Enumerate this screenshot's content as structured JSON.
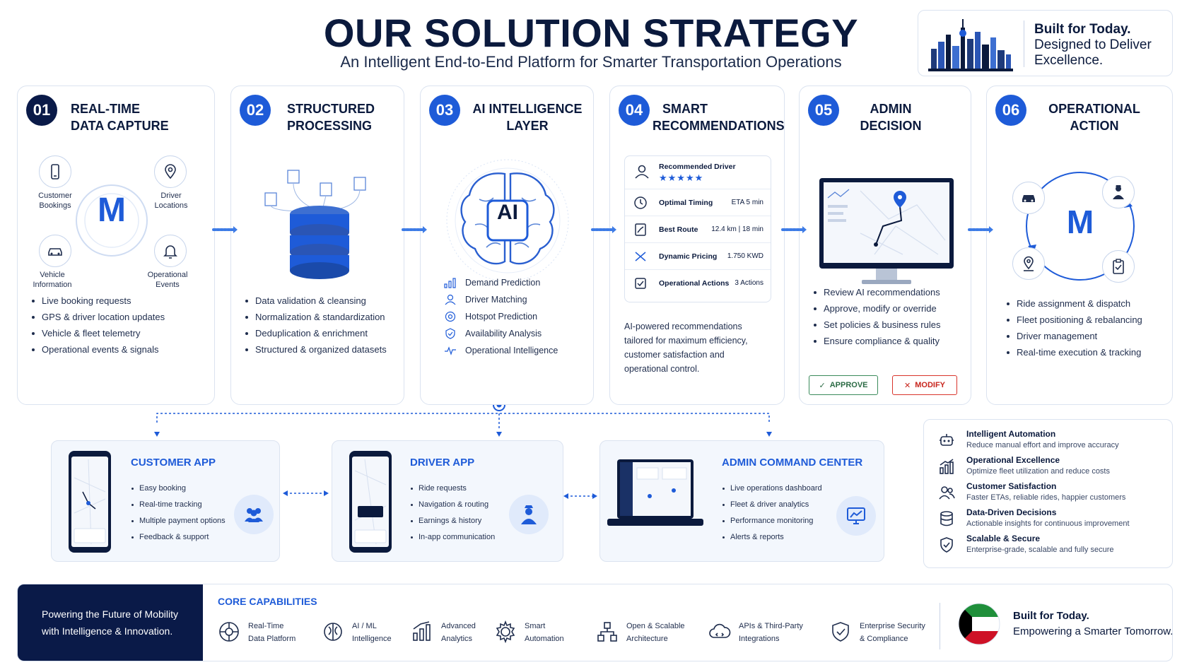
{
  "header": {
    "title": "OUR SOLUTION STRATEGY",
    "subtitle": "An Intelligent End-to-End Platform for Smarter Transportation Operations"
  },
  "promo": {
    "line1": "Built for Today.",
    "line2": "Designed to Deliver",
    "line3": "Excellence."
  },
  "steps": [
    {
      "number": "01",
      "title_line1": "REAL-TIME",
      "title_line2": "DATA CAPTURE",
      "sources": [
        {
          "label_line1": "Customer",
          "label_line2": "Bookings",
          "icon": "phone-icon"
        },
        {
          "label_line1": "Driver",
          "label_line2": "Locations",
          "icon": "location-pin-icon"
        },
        {
          "label_line1": "Vehicle",
          "label_line2": "Information",
          "icon": "car-icon"
        },
        {
          "label_line1": "Operational",
          "label_line2": "Events",
          "icon": "bell-icon"
        }
      ],
      "hub_letter": "M",
      "bullets": [
        "Live booking requests",
        "GPS & driver location updates",
        "Vehicle & fleet telemetry",
        "Operational events & signals"
      ]
    },
    {
      "number": "02",
      "title_line1": "STRUCTURED",
      "title_line2": "PROCESSING",
      "bullets": [
        "Data validation & cleansing",
        "Normalization & standardization",
        "Deduplication & enrichment",
        "Structured & organized datasets"
      ]
    },
    {
      "number": "03",
      "title_line1": "AI INTELLIGENCE",
      "title_line2": "LAYER",
      "brain_label": "AI",
      "features": [
        "Demand Prediction",
        "Driver Matching",
        "Hotspot Prediction",
        "Availability Analysis",
        "Operational Intelligence"
      ]
    },
    {
      "number": "04",
      "title_line1": "SMART",
      "title_line2": "RECOMMENDATIONS",
      "rec_header": "Recommended Driver",
      "rating": "★★★★★",
      "rec_rows": [
        {
          "label": "Optimal Timing",
          "value": "ETA 5 min"
        },
        {
          "label": "Best Route",
          "value": "12.4 km | 18 min"
        },
        {
          "label": "Dynamic Pricing",
          "value": "1.750 KWD"
        },
        {
          "label": "Operational Actions",
          "value": "3 Actions"
        }
      ],
      "description": [
        "AI-powered recommendations",
        "tailored for maximum efficiency,",
        "customer satisfaction and",
        "operational control."
      ]
    },
    {
      "number": "05",
      "title_line1": "ADMIN",
      "title_line2": "DECISION",
      "bullets": [
        "Review AI recommendations",
        "Approve, modify or override",
        "Set policies & business rules",
        "Ensure compliance & quality"
      ],
      "approve_label": "APPROVE",
      "modify_label": "MODIFY"
    },
    {
      "number": "06",
      "title_line1": "OPERATIONAL",
      "title_line2": "ACTION",
      "hub_letter": "M",
      "bullets": [
        "Ride assignment & dispatch",
        "Fleet positioning & rebalancing",
        "Driver management",
        "Real-time execution & tracking"
      ]
    }
  ],
  "apps": [
    {
      "title": "CUSTOMER APP",
      "bullets": [
        "Easy booking",
        "Real-time tracking",
        "Multiple payment options",
        "Feedback & support"
      ]
    },
    {
      "title": "DRIVER APP",
      "bullets": [
        "Ride requests",
        "Navigation & routing",
        "Earnings & history",
        "In-app communication"
      ]
    },
    {
      "title": "ADMIN COMMAND CENTER",
      "bullets": [
        "Live operations dashboard",
        "Fleet & driver analytics",
        "Performance monitoring",
        "Alerts & reports"
      ]
    }
  ],
  "benefits": [
    {
      "title": "Intelligent Automation",
      "desc": "Reduce manual effort and improve accuracy"
    },
    {
      "title": "Operational Excellence",
      "desc": "Optimize fleet utilization and reduce costs"
    },
    {
      "title": "Customer Satisfaction",
      "desc": "Faster ETAs, reliable rides, happier customers"
    },
    {
      "title": "Data-Driven Decisions",
      "desc": "Actionable insights for continuous improvement"
    },
    {
      "title": "Scalable & Secure",
      "desc": "Enterprise-grade, scalable and fully secure"
    }
  ],
  "core": {
    "tagline_line1": "Powering the Future of Mobility",
    "tagline_line2": "with Intelligence & Innovation.",
    "title": "CORE CAPABILITIES",
    "capabilities": [
      {
        "line1": "Real-Time",
        "line2": "Data Platform"
      },
      {
        "line1": "AI / ML",
        "line2": "Intelligence"
      },
      {
        "line1": "Advanced",
        "line2": "Analytics"
      },
      {
        "line1": "Smart",
        "line2": "Automation"
      },
      {
        "line1": "Open & Scalable",
        "line2": "Architecture"
      },
      {
        "line1": "APIs & Third-Party",
        "line2": "Integrations"
      },
      {
        "line1": "Enterprise Security",
        "line2": "& Compliance"
      }
    ],
    "closing_line1": "Built for Today.",
    "closing_line2": "Empowering a Smarter Tomorrow."
  },
  "colors": {
    "navy": "#0a1a48",
    "blue": "#1e5bd8",
    "approve": "#3b8b5b",
    "modify": "#d9342b"
  }
}
